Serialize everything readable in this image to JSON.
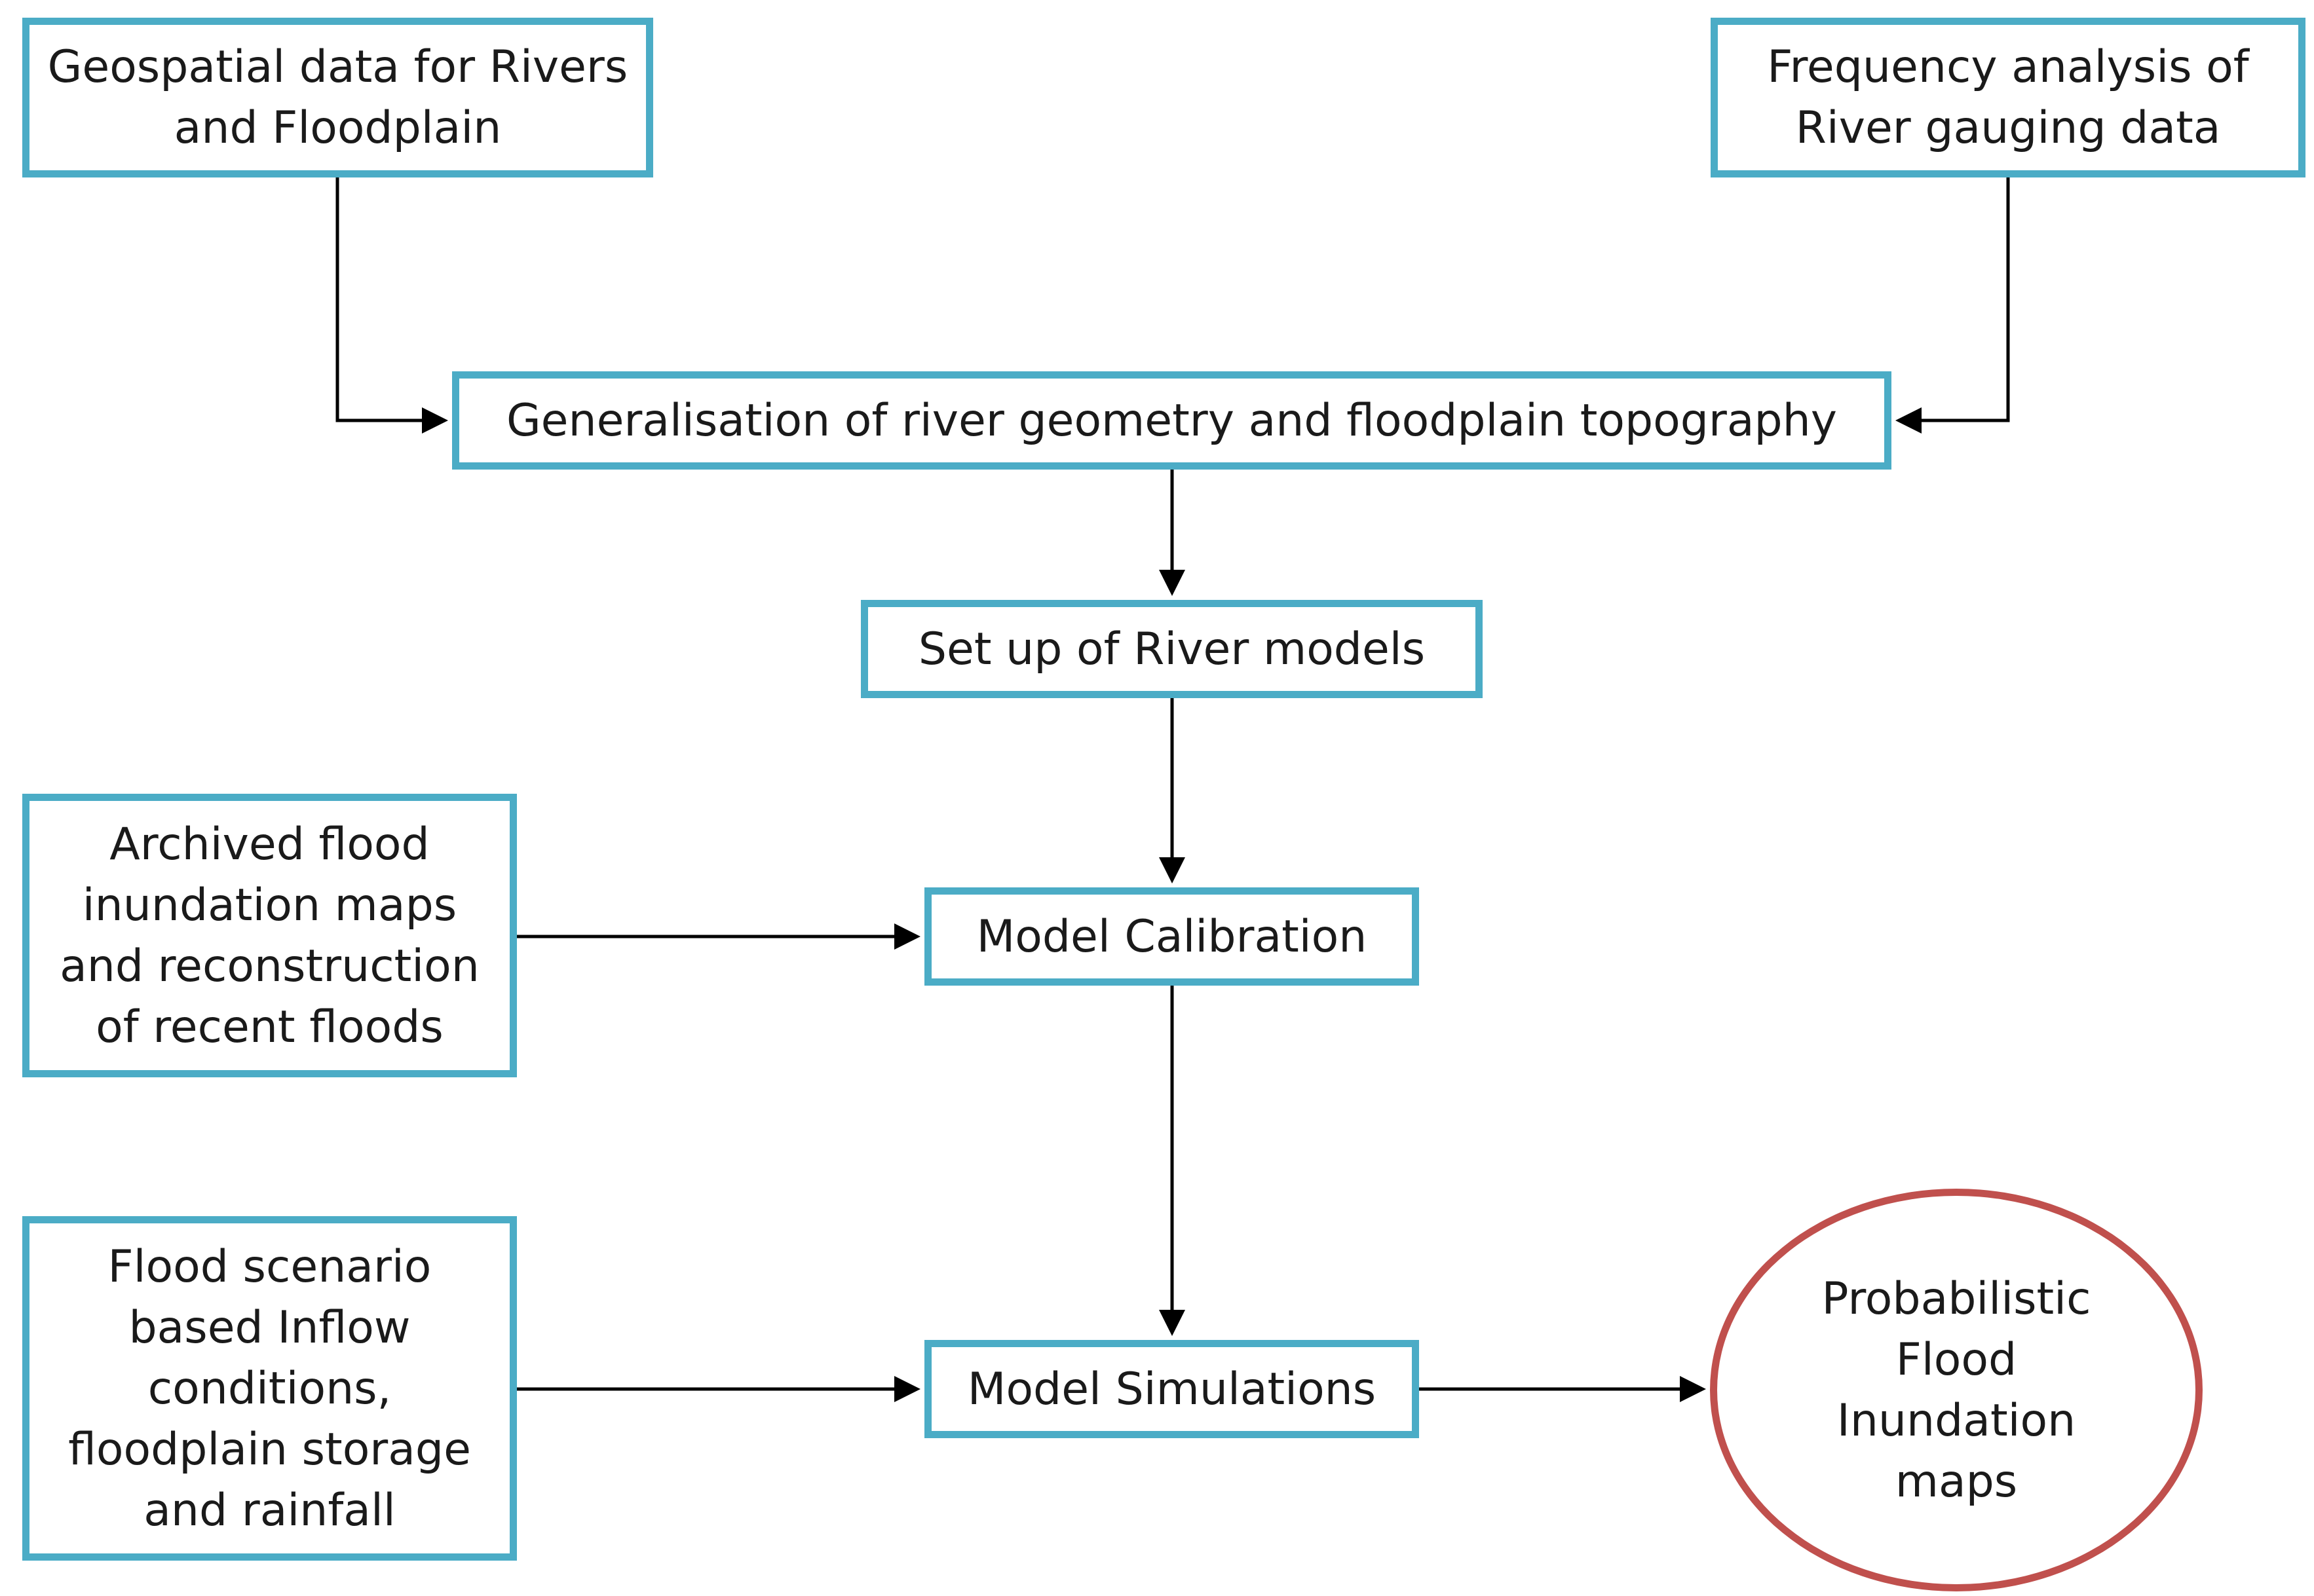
{
  "colors": {
    "box_border": "#4bacc6",
    "oval_border": "#c0504d",
    "arrow": "#000000",
    "text": "#1a1a1a"
  },
  "nodes": {
    "geospatial": "Geospatial data for Rivers\nand Floodplain",
    "frequency": "Frequency analysis of\nRiver gauging data",
    "generalisation": "Generalisation of river geometry and floodplain topography",
    "setup": "Set up of River models",
    "archived": "Archived flood\ninundation maps\nand reconstruction\nof recent floods",
    "calibration": "Model Calibration",
    "scenario": "Flood scenario\nbased Inflow\nconditions,\nfloodplain storage\nand rainfall",
    "simulations": "Model Simulations",
    "probabilistic": "Probabilistic\nFlood\nInundation\nmaps"
  },
  "edges": [
    {
      "from": "geospatial",
      "to": "generalisation"
    },
    {
      "from": "frequency",
      "to": "generalisation"
    },
    {
      "from": "generalisation",
      "to": "setup"
    },
    {
      "from": "setup",
      "to": "calibration"
    },
    {
      "from": "archived",
      "to": "calibration"
    },
    {
      "from": "calibration",
      "to": "simulations"
    },
    {
      "from": "scenario",
      "to": "simulations"
    },
    {
      "from": "simulations",
      "to": "probabilistic"
    }
  ]
}
